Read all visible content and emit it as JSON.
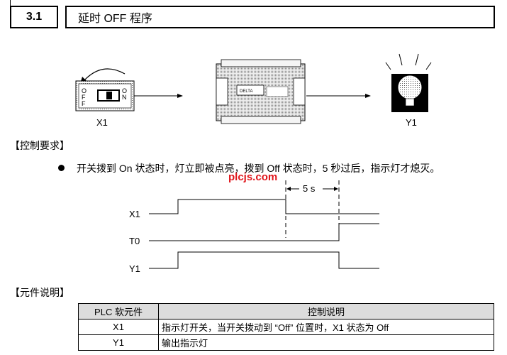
{
  "section": {
    "number": "3.1",
    "title": "延时 OFF 程序"
  },
  "diagram": {
    "switch_label": "X1",
    "switch_off_text": "OFF",
    "switch_on_text": "ON",
    "plc_brand": "DELTA",
    "lamp_label": "Y1"
  },
  "requirements": {
    "heading": "【控制要求】",
    "text": "开关拨到 On 状态时，灯立即被点亮，拨到 Off 状态时，5 秒过后，指示灯才熄灭。"
  },
  "watermark": "plcjs.com",
  "timing": {
    "delay_label": "5 s",
    "signals": [
      "X1",
      "T0",
      "Y1"
    ]
  },
  "parts": {
    "heading": "【元件说明】",
    "headers": [
      "PLC 软元件",
      "控制说明"
    ],
    "rows": [
      [
        "X1",
        "指示灯开关，当开关拨动到 “Off” 位置时，X1 状态为 Off"
      ],
      [
        "Y1",
        "输出指示灯"
      ]
    ]
  }
}
